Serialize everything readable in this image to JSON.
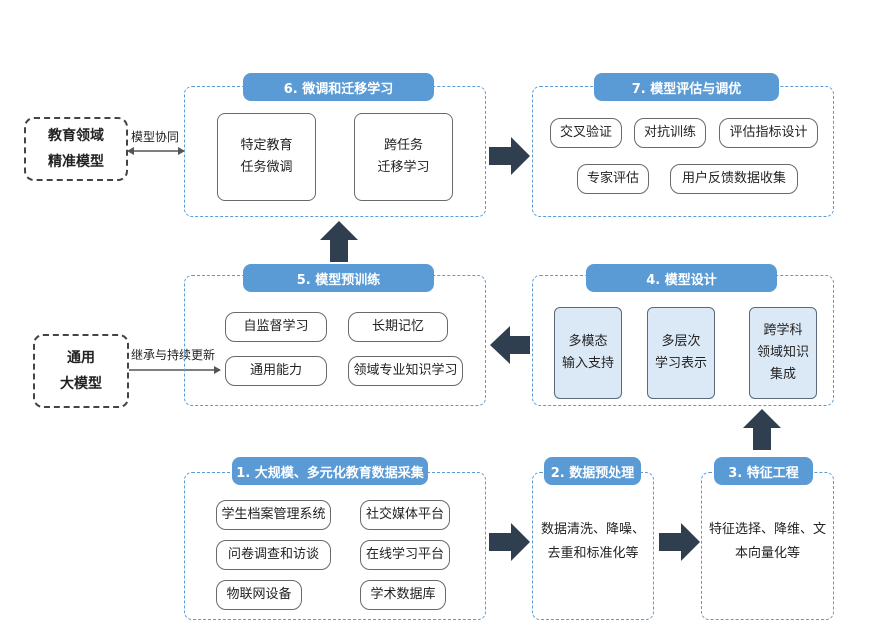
{
  "external": {
    "edu_model": "教育领域\n精准模型",
    "general_model": "通用\n大模型",
    "link_top": "模型协同",
    "link_bottom": "继承与持续更新"
  },
  "stages": {
    "s1": {
      "title": "1. 大规模、多元化教育数据采集",
      "items": [
        "学生档案管理系统",
        "社交媒体平台",
        "问卷调查和访谈",
        "在线学习平台",
        "物联网设备",
        "学术数据库"
      ]
    },
    "s2": {
      "title": "2. 数据预处理",
      "text": "数据清洗、降噪、\n去重和标准化等"
    },
    "s3": {
      "title": "3. 特征工程",
      "text": "特征选择、降维、文\n本向量化等"
    },
    "s4": {
      "title": "4. 模型设计",
      "items": [
        "多模态\n输入支持",
        "多层次\n学习表示",
        "跨学科\n领域知识\n集成"
      ]
    },
    "s5": {
      "title": "5. 模型预训练",
      "items": [
        "自监督学习",
        "长期记忆",
        "通用能力",
        "领域专业知识学习"
      ]
    },
    "s6": {
      "title": "6. 微调和迁移学习",
      "items": [
        "特定教育\n任务微调",
        "跨任务\n迁移学习"
      ]
    },
    "s7": {
      "title": "7. 模型评估与调优",
      "items": [
        "交叉验证",
        "对抗训练",
        "评估指标设计",
        "专家评估",
        "用户反馈数据收集"
      ]
    }
  },
  "colors": {
    "header": "#5b9bd5",
    "panel_border": "#5a9bd5",
    "arrow": "#2f3f4f",
    "highlight_box": "#dbe9f7"
  }
}
